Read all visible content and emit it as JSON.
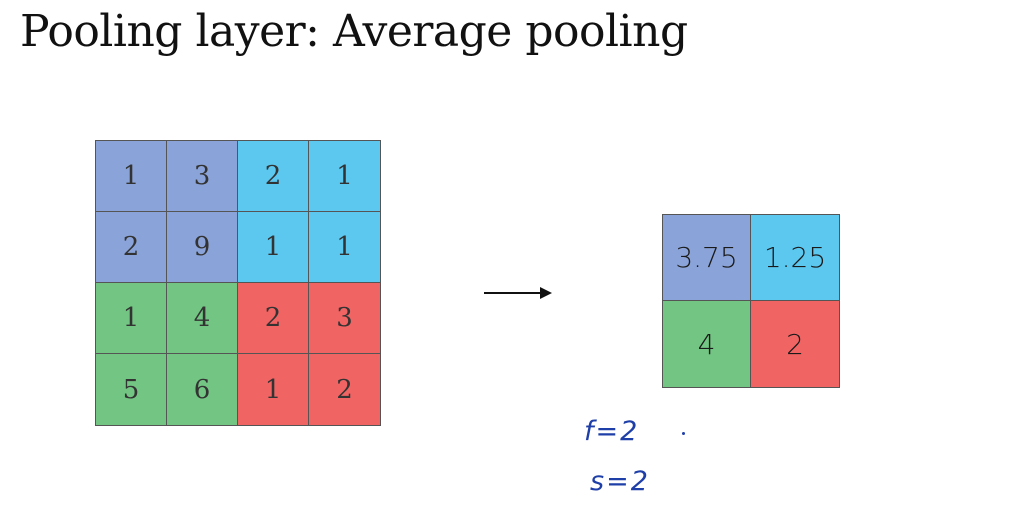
{
  "title": "Pooling layer: Average pooling",
  "colors": {
    "purple_blue": "#8aa4d9",
    "light_blue": "#5cc8f0",
    "green": "#72c583",
    "red": "#f06464",
    "pen": "#1f3fa8"
  },
  "input_matrix": [
    [
      {
        "v": "1",
        "c": "purple_blue"
      },
      {
        "v": "3",
        "c": "purple_blue"
      },
      {
        "v": "2",
        "c": "light_blue"
      },
      {
        "v": "1",
        "c": "light_blue"
      }
    ],
    [
      {
        "v": "2",
        "c": "purple_blue"
      },
      {
        "v": "9",
        "c": "purple_blue"
      },
      {
        "v": "1",
        "c": "light_blue"
      },
      {
        "v": "1",
        "c": "light_blue"
      }
    ],
    [
      {
        "v": "1",
        "c": "green"
      },
      {
        "v": "4",
        "c": "green"
      },
      {
        "v": "2",
        "c": "red"
      },
      {
        "v": "3",
        "c": "red"
      }
    ],
    [
      {
        "v": "5",
        "c": "green"
      },
      {
        "v": "6",
        "c": "green"
      },
      {
        "v": "1",
        "c": "red"
      },
      {
        "v": "2",
        "c": "red"
      }
    ]
  ],
  "output_matrix": [
    [
      {
        "v": "3.75",
        "c": "purple_blue"
      },
      {
        "v": "1.25",
        "c": "light_blue"
      }
    ],
    [
      {
        "v": "4",
        "c": "green"
      },
      {
        "v": "2",
        "c": "red"
      }
    ]
  ],
  "hyperparams": {
    "f": "f=2",
    "s": "s=2"
  }
}
